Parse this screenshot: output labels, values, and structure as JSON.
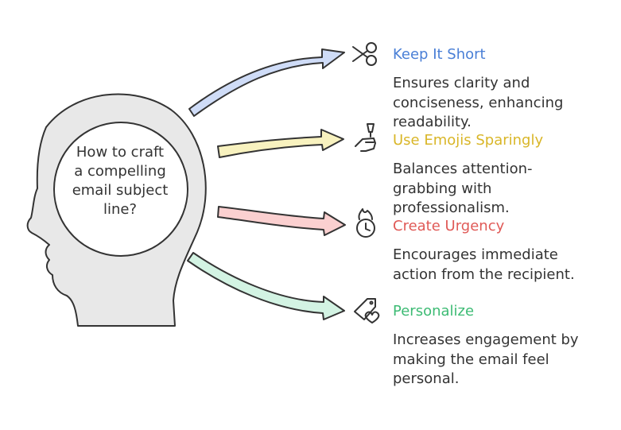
{
  "center": {
    "question_line1": "How to craft",
    "question_line2": "a compelling",
    "question_line3": "email subject",
    "question_line4": "line?"
  },
  "items": [
    {
      "title": "Keep It Short",
      "color": "#4a7fd6",
      "arrow_fill": "#cfdcf7",
      "icon": "scissors-icon",
      "desc_line1": "Ensures clarity and",
      "desc_line2": "conciseness, enhancing",
      "desc_line3": "readability."
    },
    {
      "title": "Use Emojis Sparingly",
      "color": "#d9b628",
      "arrow_fill": "#f8f2bf",
      "icon": "hand-icon",
      "desc_line1": "Balances attention-",
      "desc_line2": "grabbing with",
      "desc_line3": "professionalism."
    },
    {
      "title": "Create Urgency",
      "color": "#e05a57",
      "arrow_fill": "#fbd0d0",
      "icon": "fire-clock-icon",
      "desc_line1": "Encourages immediate",
      "desc_line2": "action from the recipient.",
      "desc_line3": ""
    },
    {
      "title": "Personalize",
      "color": "#3dbb74",
      "arrow_fill": "#d3f3e3",
      "icon": "heart-tag-icon",
      "desc_line1": "Increases engagement by",
      "desc_line2": "making the email feel",
      "desc_line3": "personal."
    }
  ],
  "colors": {
    "head_fill": "#e8e8e8",
    "stroke": "#333333"
  }
}
